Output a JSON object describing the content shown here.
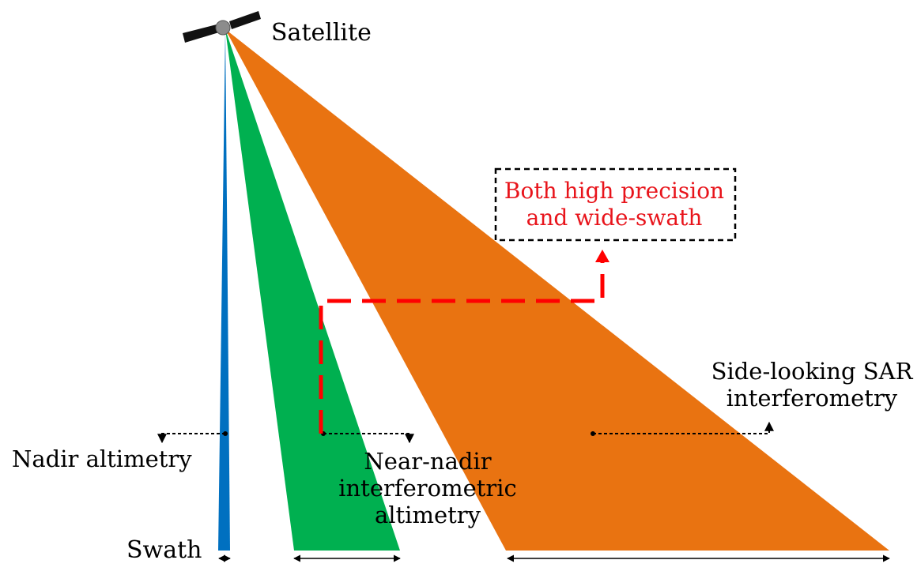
{
  "labels": {
    "satellite": "Satellite",
    "nadir": "Nadir altimetry",
    "near_nadir_line1": "Near-nadir",
    "near_nadir_line2": "interferometric",
    "near_nadir_line3": "altimetry",
    "sar_line1": "Side-looking SAR",
    "sar_line2": "interferometry",
    "swath": "Swath",
    "highlight_line1": "Both high precision",
    "highlight_line2": "and wide-swath"
  },
  "colors": {
    "nadir_beam": "#0070C0",
    "near_nadir_beam": "#00B050",
    "sar_beam": "#E97311",
    "highlight_text": "#E8141B",
    "highlight_arrow": "#FF0000",
    "satellite_panel": "#111111",
    "satellite_body": "#8C8C8C",
    "callout_line": "#000000"
  },
  "icons": {
    "satellite": "satellite-icon"
  }
}
